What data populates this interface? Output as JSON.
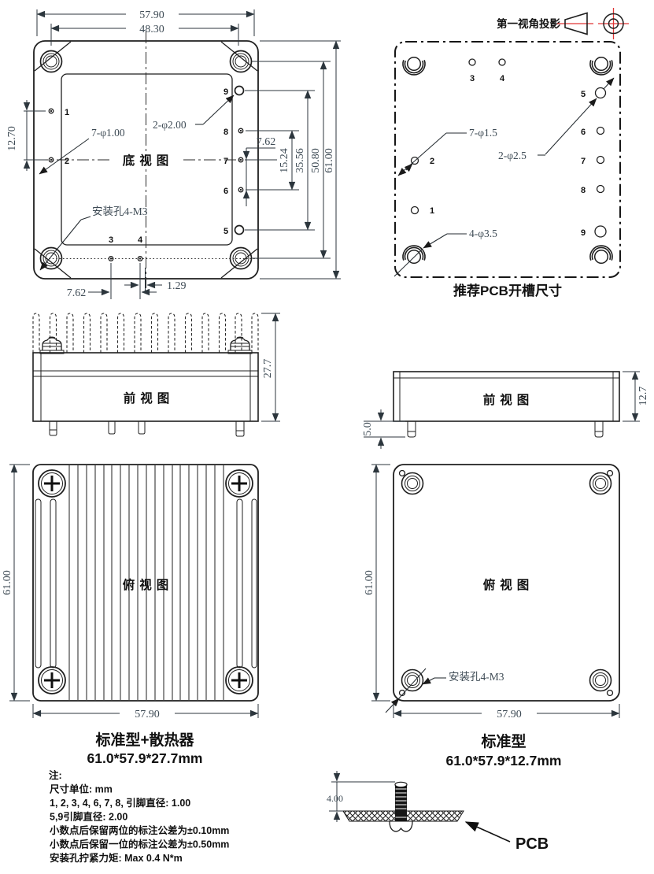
{
  "colors": {
    "line": "#1f1f1f",
    "dim_text": "#3e4b55",
    "projection_red": "#e03535",
    "background": "#ffffff"
  },
  "projection": {
    "label": "第一视角投影"
  },
  "pin_labels": {
    "p1": "1",
    "p2": "2",
    "p3": "3",
    "p4": "4",
    "p5": "5",
    "p6": "6",
    "p7": "7",
    "p8": "8",
    "p9": "9"
  },
  "views": {
    "bottom": {
      "title": "底视图",
      "dim_width": "57.90",
      "dim_hole_spacing": "48.30",
      "dim_left": "12.70",
      "dim_r1": "7.62",
      "dim_r2": "15.24",
      "dim_r3": "35.56",
      "dim_r4": "50.80",
      "dim_r5": "61.00",
      "dim_b1": "7.62",
      "dim_b2": "1.29",
      "callout_small": "7-φ1.00",
      "callout_large": "2-φ2.00",
      "callout_mount": "安装孔4-M3"
    },
    "pcb": {
      "title": "推荐PCB开槽尺寸",
      "callout_small": "7-φ1.5",
      "callout_large": "2-φ2.5",
      "callout_mount": "4-φ3.5"
    },
    "front_hs": {
      "title": "前视图",
      "dim_height": "27.7"
    },
    "front_std": {
      "title": "前视图",
      "dim_height": "12.7",
      "dim_pin": "5.0"
    },
    "top_hs": {
      "title": "俯视图",
      "dim_h": "61.00",
      "dim_w": "57.90",
      "caption": "标准型+散热器",
      "size": "61.0*57.9*27.7mm"
    },
    "top_std": {
      "title": "俯视图",
      "dim_h": "61.00",
      "dim_w": "57.90",
      "callout_mount": "安装孔4-M3",
      "caption": "标准型",
      "size": "61.0*57.9*12.7mm"
    }
  },
  "pcb_detail": {
    "dim": "4.00",
    "label": "PCB"
  },
  "notes": {
    "title": "注:",
    "line1": "尺寸单位: mm",
    "line2": "1, 2, 3, 4, 6, 7, 8, 引脚直径: 1.00",
    "line3": "5,9引脚直径: 2.00",
    "line4": "小数点后保留两位的标注公差为±0.10mm",
    "line5": "小数点后保留一位的标注公差为±0.50mm",
    "line6": "安装孔拧紧力矩: Max 0.4 N*m"
  }
}
